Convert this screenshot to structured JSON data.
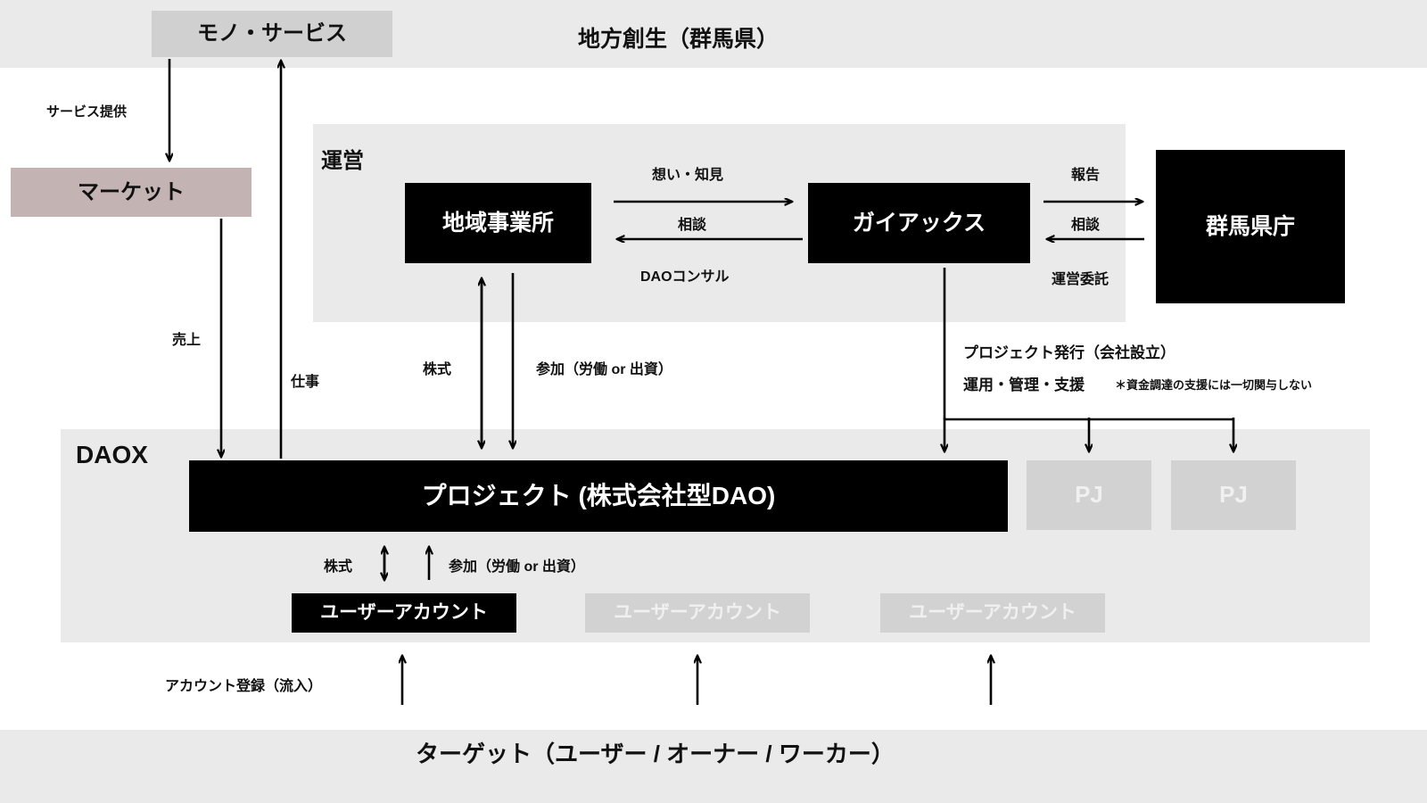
{
  "header": {
    "title": "地方創生（群馬県）",
    "accent_color": "#1b3263",
    "band_color": "#eaeaea"
  },
  "footer": {
    "title": "ターゲット（ユーザー / オーナー / ワーカー）",
    "accent_color": "#1b3263"
  },
  "top": {
    "goods_service_box": "モノ・サービス",
    "market_box": "マーケット",
    "service_label": "サービス提供",
    "sales_label": "売上",
    "work_label": "仕事"
  },
  "operation": {
    "section_label": "運営",
    "local_office_box": "地域事業所",
    "gaiax_box": "ガイアックス",
    "prefecture_box": "群馬県庁",
    "arrow_labels": {
      "ideas_knowledge": "想い・知見",
      "consult_left": "相談",
      "dao_consult": "DAOコンサル",
      "report": "報告",
      "consult_right": "相談",
      "operation_entrust": "運営委託"
    }
  },
  "middle_labels": {
    "shares": "株式",
    "participation": "参加（労働 or 出資）",
    "project_issue": "プロジェクト発行（会社設立）",
    "operation_support": "運用・管理・支援",
    "note": "＊資金調達の支援には一切関与しない"
  },
  "daox": {
    "section_label": "DAOX",
    "project_box": "プロジェクト (株式会社型DAO)",
    "pj_boxes": [
      "PJ",
      "PJ"
    ],
    "shares_label": "株式",
    "participation_label": "参加（労働 or 出資）",
    "user_accounts": [
      "ユーザーアカウント",
      "ユーザーアカウント",
      "ユーザーアカウント"
    ],
    "registration_label": "アカウント登録（流入）"
  }
}
